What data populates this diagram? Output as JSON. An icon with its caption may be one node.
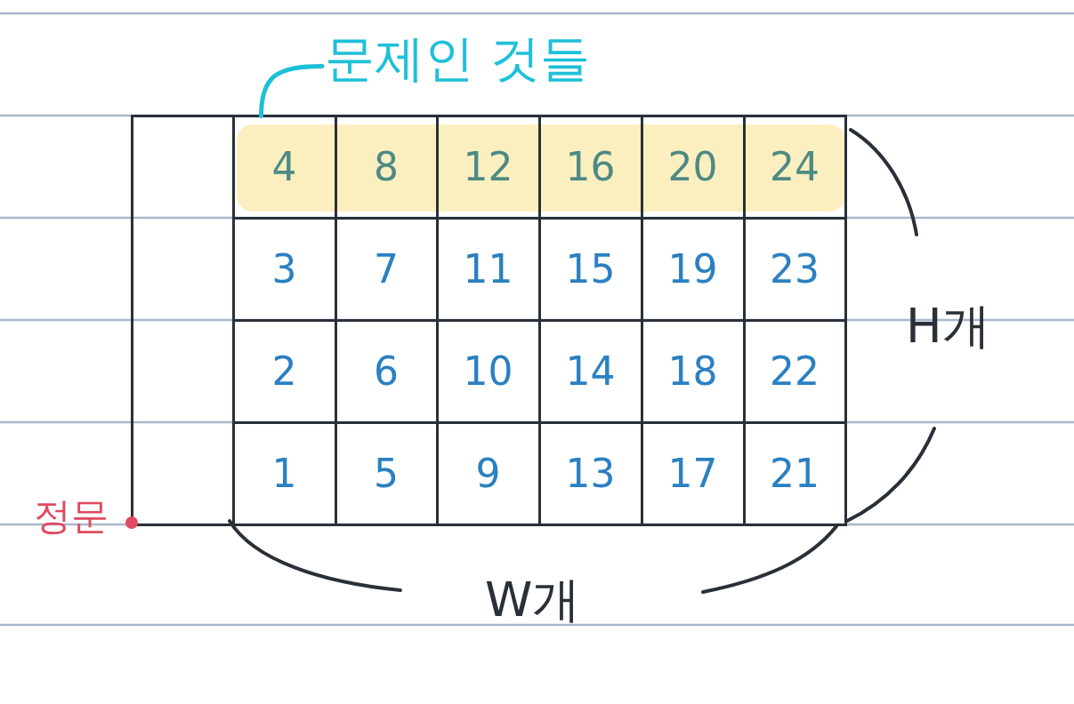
{
  "diagram": {
    "nodes": [
      {
        "text": [
          "문제인 것들"
        ]
      },
      {
        "text": [],
        "shape": "box"
      },
      {
        "text": [
          "4"
        ]
      },
      {
        "text": [
          "8"
        ]
      },
      {
        "text": [
          "12"
        ]
      },
      {
        "text": [
          "16"
        ]
      },
      {
        "text": [
          "20"
        ]
      },
      {
        "text": [
          "24"
        ]
      },
      {
        "text": [
          "3"
        ]
      },
      {
        "text": [
          "7"
        ]
      },
      {
        "text": [
          "11"
        ]
      },
      {
        "text": [
          "15"
        ]
      },
      {
        "text": [
          "19"
        ]
      },
      {
        "text": [
          "23"
        ]
      },
      {
        "text": [
          "2"
        ]
      },
      {
        "text": [
          "6"
        ]
      },
      {
        "text": [
          "10"
        ]
      },
      {
        "text": [
          "14"
        ]
      },
      {
        "text": [
          "18"
        ]
      },
      {
        "text": [
          "22"
        ]
      },
      {
        "text": [
          "1"
        ]
      },
      {
        "text": [
          "5"
        ]
      },
      {
        "text": [
          "9"
        ]
      },
      {
        "text": [
          "13"
        ]
      },
      {
        "text": [
          "17"
        ]
      },
      {
        "text": [
          "21"
        ]
      }
    ],
    "edges": [
      {
        "from": 0,
        "to": 2,
        "arrow": "none",
        "color": "#1ec0d8"
      }
    ],
    "labels": [
      "H개",
      "정문",
      "W개"
    ]
  }
}
